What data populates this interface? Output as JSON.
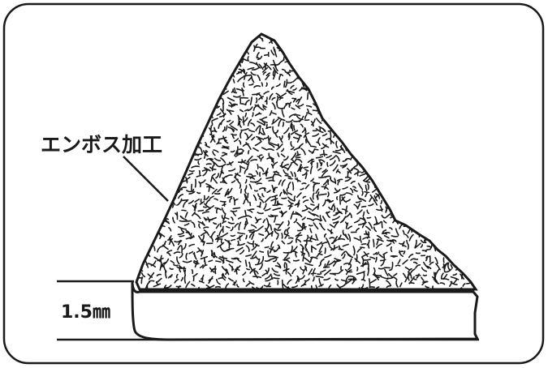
{
  "diagram": {
    "labels": {
      "texture": "エンボス加工",
      "thickness": "1.5㎜"
    },
    "colors": {
      "stroke": "#1a1a1a",
      "fill": "#ffffff",
      "texture": "#1a1a1a"
    },
    "icons": {
      "texture_pattern": "embossed-speckle"
    }
  }
}
